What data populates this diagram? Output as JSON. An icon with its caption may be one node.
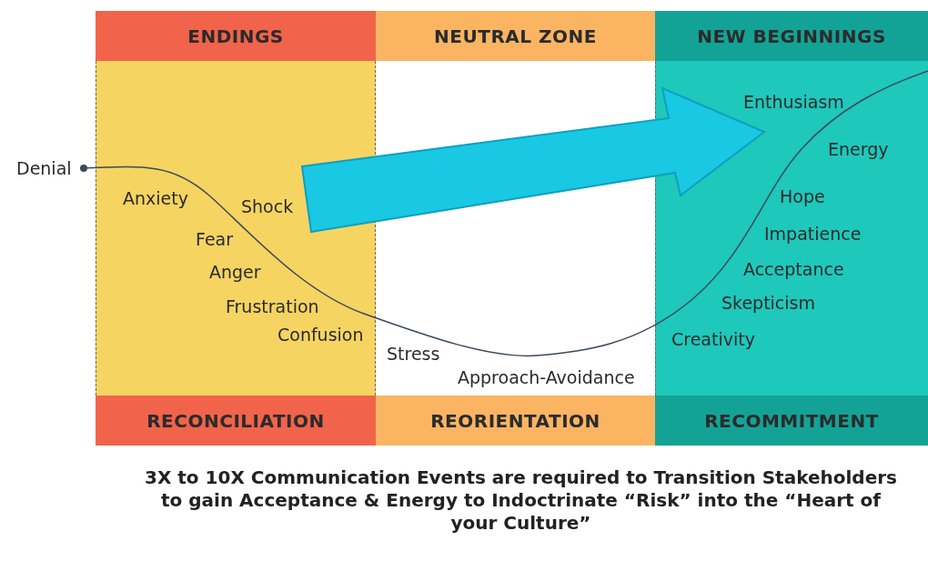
{
  "diagram": {
    "caption": "3X to 10X Communication Events are required to Transition Stakeholders to gain Acceptance & Energy to Indoctrinate “Risk” into the “Heart of your Culture”",
    "nodes": [
      {
        "text": [
          "ENDINGS"
        ]
      },
      {
        "text": [
          "NEUTRAL ZONE"
        ]
      },
      {
        "text": [
          "NEW BEGINNINGS"
        ]
      },
      {
        "text": [
          "RECONCILIATION"
        ]
      },
      {
        "text": [
          "REORIENTATION"
        ]
      },
      {
        "text": [
          "RECOMMITMENT"
        ]
      }
    ],
    "edges": [],
    "labels": [
      "Denial",
      "Anxiety",
      "Shock",
      "Fear",
      "Anger",
      "Frustration",
      "Confusion",
      "Stress",
      "Approach-Avoidance",
      "Enthusiasm",
      "Energy",
      "Hope",
      "Impatience",
      "Acceptance",
      "Skepticism",
      "Creativity"
    ]
  }
}
